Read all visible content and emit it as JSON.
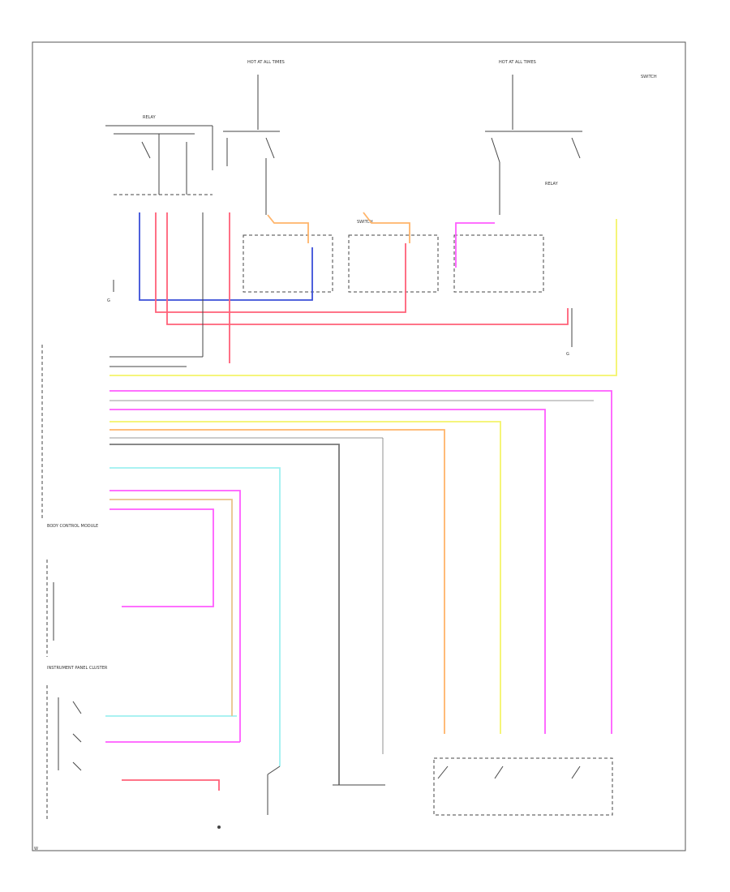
{
  "diagram": {
    "labels": {
      "fuse_left": "HOT AT ALL TIMES",
      "fuse_right": "HOT AT ALL TIMES",
      "relay_left": "RELAY",
      "relay_right": "RELAY",
      "window_switch": "SWITCH",
      "body_module": "BODY CONTROL MODULE",
      "instrument_cluster": "INSTRUMENT PANEL CLUSTER",
      "ground_left": "G",
      "ground_right": "G",
      "footer_code": "W",
      "corner_note": "SWITCH"
    }
  },
  "colors": {
    "blue": "#3a4fd8",
    "red": "#ff6078",
    "orange": "#ffb46a",
    "magenta": "#ff5cff",
    "yellow": "#f4f46a",
    "cyan": "#9ef0f0",
    "gray": "#777777",
    "tan": "#e9c48a"
  }
}
